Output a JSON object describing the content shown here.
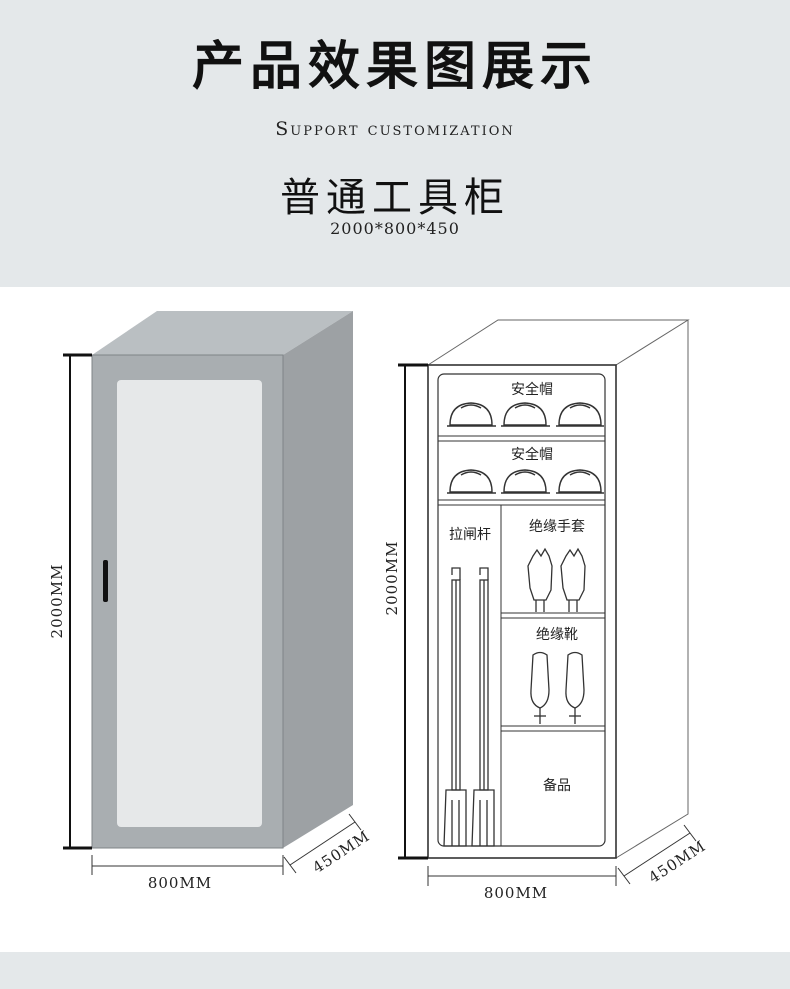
{
  "header": {
    "title": "产品效果图展示",
    "subtitle": "Support customization",
    "product_name": "普通工具柜",
    "dimensions": "2000*800*450"
  },
  "left_cabinet": {
    "height_label": "2000MM",
    "width_label": "800MM",
    "depth_label": "450MM"
  },
  "right_cabinet": {
    "height_label": "2000MM",
    "width_label": "800MM",
    "depth_label": "450MM",
    "compartments": {
      "helmets_top": "安全帽",
      "helmets_bottom": "安全帽",
      "switch_rod": "拉闸杆",
      "gloves": "绝缘手套",
      "boots": "绝缘靴",
      "spare_parts": "备品"
    }
  },
  "colors": {
    "header_bg": "#e4e8ea",
    "cabinet_front": "#a9aeb1",
    "cabinet_side": "#9da1a4",
    "cabinet_top": "#babfc2",
    "glass": "#e6e8e9"
  }
}
